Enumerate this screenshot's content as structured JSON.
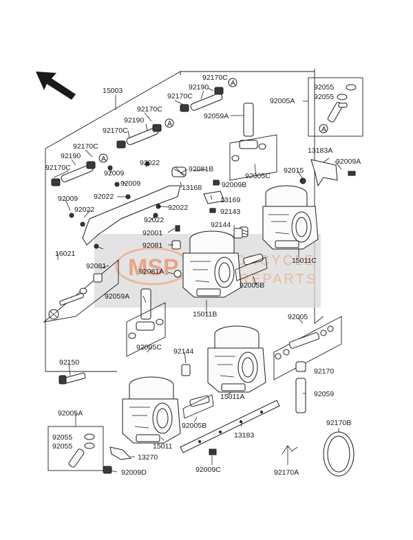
{
  "diagram": {
    "labels": {
      "p15003": "15003",
      "p92170c_1": "92170C",
      "p92190_1": "92190",
      "p92170c_2": "92170C",
      "p92059a_1": "92059A",
      "p92005a_1": "92005A",
      "p92055_1": "92055",
      "p92055_2": "92055",
      "p92170c_3": "92170C",
      "p92190_2": "92190",
      "p92170c_4": "92170C",
      "p92170c_5": "92170C",
      "p92190_3": "92190",
      "p92170c_6": "92170C",
      "p92022_1": "92022",
      "p92009_1": "92009",
      "p92009_2": "92009",
      "p92081b": "92081B",
      "p13168": "13168",
      "p92009b": "92009B",
      "p92005c_1": "92005C",
      "p13183a": "13183A",
      "p92015": "92015",
      "p92009a": "92009A",
      "p92009_3": "92009",
      "p92022_2": "92022",
      "p92022_3": "92022",
      "p92022_4": "92022",
      "p13169": "13169",
      "p92143": "92143",
      "p92022_5": "92022",
      "p92144_1": "92144",
      "p92001": "92001",
      "p92081_1": "92081",
      "p15011c": "15011C",
      "p16021": "16021",
      "p92081_2": "92081",
      "p92081a": "92081A",
      "p92005b_1": "92005B",
      "p92059a_2": "92059A",
      "p15011b": "15011B",
      "p92005": "92005",
      "p92005c_2": "92005C",
      "p92144_2": "92144",
      "p92150": "92150",
      "p92170": "92170",
      "p15011a": "15011A",
      "p92059": "92059",
      "p92005a_2": "92005A",
      "p92005b_2": "92005B",
      "p13183": "13183",
      "p92055_3": "92055",
      "p92055_4": "92055",
      "p15011": "15011",
      "p92170b": "92170B",
      "p13270": "13270",
      "p92009c": "92009C",
      "p92170a": "92170A",
      "p92009d": "92009D",
      "ref_a": "A"
    },
    "watermark": {
      "logo": "MSP",
      "brand": "MOTORCYCLE",
      "tagline": "SPAREPARTS"
    },
    "colors": {
      "line": "#1a1a1a",
      "watermark_panel": "#d9d9d9",
      "watermark_logo": "#e8a487"
    }
  }
}
